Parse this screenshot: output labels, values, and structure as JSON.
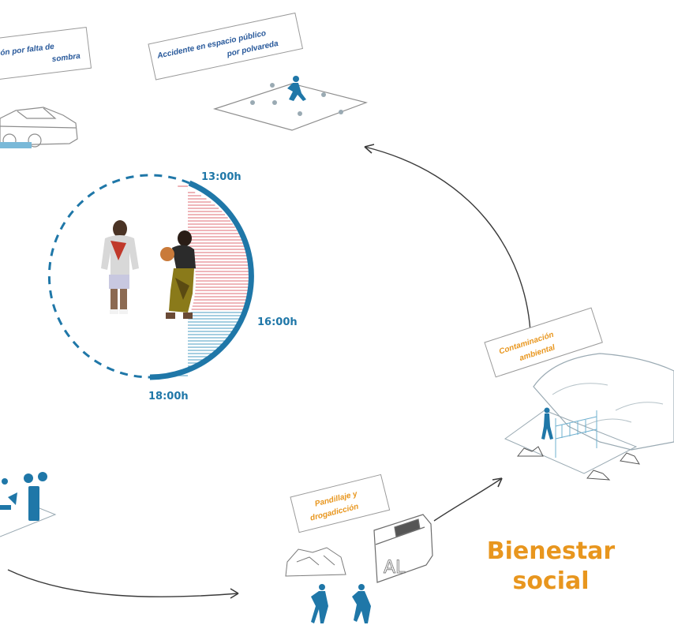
{
  "colors": {
    "blue": "#1f77a8",
    "dark_blue": "#27589a",
    "orange": "#e8961e",
    "red_stripe": "#e58a90",
    "blue_stripe": "#6fb0cf",
    "line": "#8a8a8a"
  },
  "cards": {
    "shade": [
      "ón por falta de",
      "sombra"
    ],
    "dust": [
      "Accidente en espacio público",
      "por polvareda"
    ],
    "contamination": [
      "Contaminación",
      "ambiental"
    ],
    "vandalism": [
      "Pandillaje y",
      "drogadicción"
    ]
  },
  "clock": {
    "start": "13:00h",
    "mid": "16:00h",
    "end": "18:00h"
  },
  "headline": [
    "Bienestar",
    "social"
  ],
  "sign_text": "AL"
}
